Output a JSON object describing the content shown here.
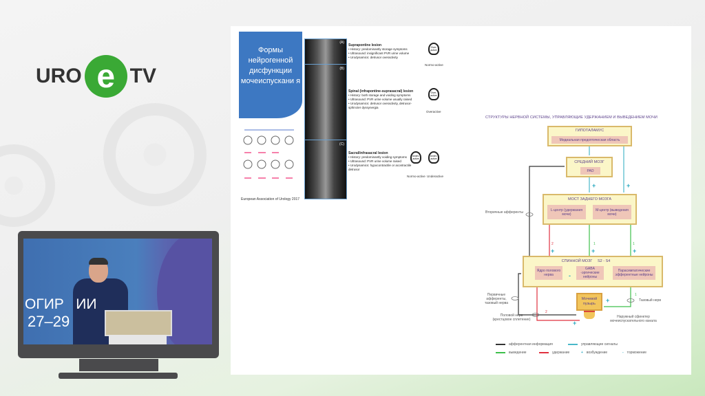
{
  "logo": {
    "left": "URO",
    "right": "TV",
    "mark": "e"
  },
  "slide_left": {
    "title": "Формы нейрогенной дисфункции мочеиспускани я",
    "credit": "European Association of Urology 2017",
    "sections": [
      {
        "tag": "(A)",
        "heading": "Suprapontine lesion",
        "lines": [
          "• History: predominantly storage symptoms",
          "• Ultrasound: insignificant PVR urine volume",
          "• Urodynamics: detrusor overactivity"
        ],
        "bladders": [
          {
            "text": "Over-active",
            "caption": "Normo-active"
          }
        ]
      },
      {
        "tag": "(B)",
        "heading": "Spinal (infrapontine-suprasacral) lesion",
        "lines": [
          "• History: both storage and voiding symptoms",
          "• Ultrasound: PVR urine volume usually raised",
          "• Urodynamics: detrusor overactivity, detrusor-sphincter dyssynergia"
        ],
        "bladders": [
          {
            "text": "Over-active",
            "caption": "Overactive"
          }
        ]
      },
      {
        "tag": "(C)",
        "heading": "Sacral/infrasacral lesion",
        "lines": [
          "• History: predominantly voiding symptoms",
          "• Ultrasound: PVR urine volume raised",
          "• Urodynamics: hypocontractile or acontractile detrusor"
        ],
        "bladders": [
          {
            "text": "Under-active",
            "caption": "Normo-active"
          },
          {
            "text": "Under-active",
            "caption": "Underactive"
          }
        ]
      }
    ]
  },
  "diagram": {
    "title": "СТРУКТУРЫ НЕРВНОЙ СИСТЕМЫ, УПРАВЛЯЮЩИЕ УДЕРЖАНИЕМ И ВЫВЕДЕНИЕМ МОЧИ",
    "hypothalamus": {
      "title": "ГИПОТАЛАМУС",
      "inner": "Медиальная предоптическая область"
    },
    "midbrain": {
      "title": "СРЕДНИЙ МОЗГ",
      "inner": "РАО"
    },
    "pons": {
      "title": "МОСТ ЗАДНЕГО МОЗГА",
      "l_center": "L-центр (удержания мочи)",
      "m_center": "М-центр (выведения мочи)"
    },
    "spinal": {
      "title": "СПИННОЙ МОЗГ     S2 - S4",
      "nucleus": "Ядро полового нерва",
      "gaba": "GABA -эргические нейроны",
      "parasym": "Парасимпатические эфферентные нейроны"
    },
    "bladder": "Мочевой пузырь",
    "labels": {
      "secondary": "Вторичные афференты",
      "primary": "Первичные афференты, тазовый нерва",
      "pudendal": "Половой нерв (крестцовое сплетение)",
      "pelvic": "Тазовый нерв",
      "sphincter": "Наружный сфинктер мочеиспускательного канала"
    },
    "marks": {
      "plus": "+",
      "minus": "-",
      "one": "1",
      "two": "2"
    },
    "legend": [
      {
        "label": "афферентная информация",
        "color": "#333333"
      },
      {
        "label": "управляющие сигналы",
        "color": "#49b8c9"
      },
      {
        "label": "выведение",
        "color": "#3cbf4a"
      },
      {
        "label": "удержание",
        "color": "#e0303e"
      },
      {
        "label": "возбуждение",
        "symbol": "+"
      },
      {
        "label": "торможение",
        "symbol": "-"
      }
    ]
  },
  "video": {
    "banner_line1": "ОГИР   ИИ",
    "banner_line2": "27–29"
  }
}
